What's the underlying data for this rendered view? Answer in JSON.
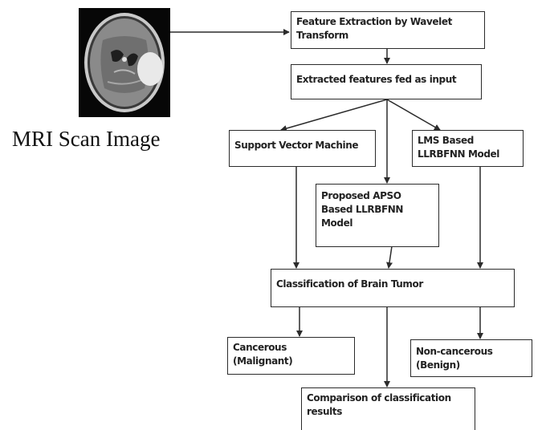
{
  "image_caption": "MRI Scan Image",
  "nodes": {
    "feature_extraction": "Feature Extraction by Wavelet Transform",
    "features_input": "Extracted features fed as input",
    "svm": "Support Vector Machine",
    "lms_model": "LMS Based LLRBFNN Model",
    "apso_model": "Proposed APSO Based LLRBFNN Model",
    "classification": "Classification of Brain Tumor",
    "cancerous": "Cancerous (Malignant)",
    "noncancerous": "Non-cancerous (Benign)",
    "comparison": "Comparison of classification results"
  },
  "icons": {
    "scan": "mri-brain-scan-image"
  },
  "colors": {
    "line": "#2b2b2b",
    "tumor": "#e9e9e9"
  }
}
